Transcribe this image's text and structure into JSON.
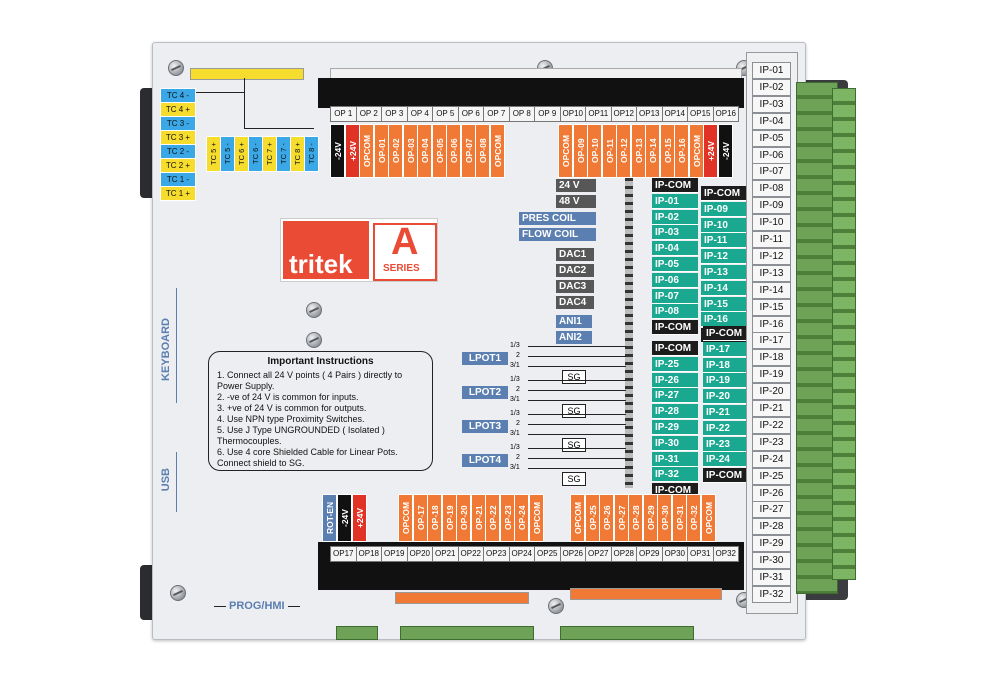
{
  "brand": {
    "name": "tritek",
    "series_letter": "A",
    "series_word": "SERIES"
  },
  "tc_left": [
    "TC 4 -",
    "TC 4 +",
    "TC 3 -",
    "TC 3 +",
    "TC 2 -",
    "TC 2 +",
    "TC 1 -",
    "TC 1 +"
  ],
  "tc_vert": [
    "TC 5 +",
    "TC 5 -",
    "TC 6 +",
    "TC 6 -",
    "TC 7 +",
    "TC 7 -",
    "TC 8 +",
    "TC 8 -"
  ],
  "op_top": [
    "OP 1",
    "OP 2",
    "OP 3",
    "OP 4",
    "OP 5",
    "OP 6",
    "OP 7",
    "OP 8",
    "OP 9",
    "OP10",
    "OP11",
    "OP12",
    "OP13",
    "OP14",
    "OP15",
    "OP16"
  ],
  "op_top_vert_left": [
    "-24V",
    "+24V",
    "OPCOM",
    "OP-01",
    "OP-02",
    "OP-03",
    "OP-04",
    "OP-05",
    "OP-06",
    "OP-07",
    "OP-08",
    "OPCOM"
  ],
  "op_top_vert_right": [
    "OPCOM",
    "OP-09",
    "OP-10",
    "OP-11",
    "OP-12",
    "OP-13",
    "OP-14",
    "OP-15",
    "OP-16",
    "OPCOM",
    "+24V",
    "-24V"
  ],
  "op_bottom": [
    "OP17",
    "OP18",
    "OP19",
    "OP20",
    "OP21",
    "OP22",
    "OP23",
    "OP24",
    "OP25",
    "OP26",
    "OP27",
    "OP28",
    "OP29",
    "OP30",
    "OP31",
    "OP32"
  ],
  "op_bot_vert_left": [
    "ROT-EN",
    "-24V",
    "+24V"
  ],
  "op_bot_vert_mid": [
    "OPCOM",
    "OP-17",
    "OP-18",
    "OP-19",
    "OP-20",
    "OP-21",
    "OP-22",
    "OP-23",
    "OP-24",
    "OPCOM"
  ],
  "op_bot_vert_right": [
    "OPCOM",
    "OP-25",
    "OP-26",
    "OP-27",
    "OP-28",
    "OP-29",
    "OP-30",
    "OP-31",
    "OP-32",
    "OPCOM"
  ],
  "ip_right": [
    "IP-01",
    "IP-02",
    "IP-03",
    "IP-04",
    "IP-05",
    "IP-06",
    "IP-07",
    "IP-08",
    "IP-09",
    "IP-10",
    "IP-11",
    "IP-12",
    "IP-13",
    "IP-14",
    "IP-15",
    "IP-16",
    "IP-17",
    "IP-18",
    "IP-19",
    "IP-20",
    "IP-21",
    "IP-22",
    "IP-23",
    "IP-24",
    "IP-25",
    "IP-26",
    "IP-27",
    "IP-28",
    "IP-29",
    "IP-30",
    "IP-31",
    "IP-32"
  ],
  "ip_table1": [
    "IP-COM",
    "IP-01",
    "IP-02",
    "IP-03",
    "IP-04",
    "IP-05",
    "IP-06",
    "IP-07",
    "IP-08",
    "IP-COM"
  ],
  "ip_table2": [
    "IP-COM",
    "IP-09",
    "IP-10",
    "IP-11",
    "IP-12",
    "IP-13",
    "IP-14",
    "IP-15",
    "IP-16",
    "IP-COM"
  ],
  "ip_table3": [
    "IP-COM",
    "IP-25",
    "IP-26",
    "IP-27",
    "IP-28",
    "IP-29",
    "IP-30",
    "IP-31",
    "IP-32",
    "IP-COM"
  ],
  "ip_table4": [
    "IP-COM",
    "IP-17",
    "IP-18",
    "IP-19",
    "IP-20",
    "IP-21",
    "IP-22",
    "IP-23",
    "IP-24",
    "IP-COM"
  ],
  "power_tags": [
    "24 V",
    "48 V"
  ],
  "coil_tags": [
    "PRES COIL",
    "FLOW COIL"
  ],
  "dac_tags": [
    "DAC1",
    "DAC2",
    "DAC3",
    "DAC4"
  ],
  "ani_tags": [
    "ANI1",
    "ANI2"
  ],
  "lpots": [
    "LPOT1",
    "LPOT2",
    "LPOT3",
    "LPOT4"
  ],
  "pin_labels": [
    "1/3",
    "2",
    "3/1"
  ],
  "sg_label": "SG",
  "side_labels": {
    "keyboard": "KEYBOARD",
    "usb": "USB",
    "prog": "PROG/HMI"
  },
  "instructions": {
    "title": "Important Instructions",
    "items": [
      "1. Connect all 24 V points ( 4 Pairs ) directly to Power Supply.",
      "2. -ve of 24 V is common for inputs.",
      "3. +ve of 24 V is common for outputs.",
      "4. Use NPN type Proximity Switches.",
      "5. Use J Type UNGROUNDED ( Isolated ) Thermocouples.",
      "6. Use 4 core Shielded Cable for Linear Pots. Connect shield to SG."
    ]
  }
}
